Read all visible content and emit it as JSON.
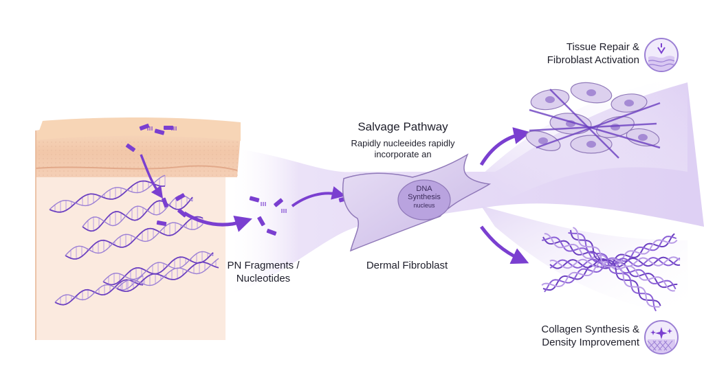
{
  "labels": {
    "salvage_title": "Salvage Pathway",
    "salvage_line1": "Rapidly nucleeides rapidly",
    "salvage_line2": "incorporate an",
    "dna_line1": "DNA",
    "dna_line2": "Synthesis",
    "dna_line3": "nucleus",
    "fibroblast": "Dermal Fibroblast",
    "pn_line1": "PN Fragments /",
    "pn_line2": "Nucleotides",
    "repair_line1": "Tissue Repair &",
    "repair_line2": "Fibroblast Activation",
    "collagen_line1": "Collagen Synthesis &",
    "collagen_line2": "Density Improvement"
  },
  "icons": {
    "repair_badge": "skin-repair-icon",
    "collagen_badge": "collagen-sparkle-icon"
  },
  "colors": {
    "accent": "#7a3fd0",
    "accent_light": "#b89be6",
    "skin_top": "#f6d3b6",
    "skin_dermis": "#fbe9dc",
    "flow": "#e7dcf6",
    "text": "#1e1e2a"
  }
}
